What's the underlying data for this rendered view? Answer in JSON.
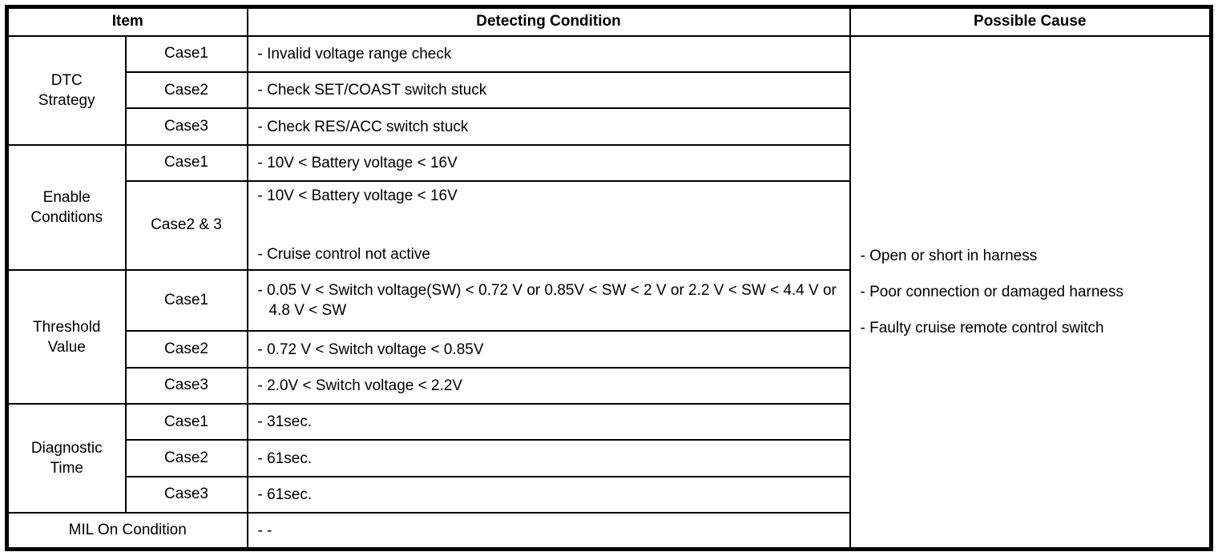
{
  "colors": {
    "border": "#000000",
    "background": "#ffffff",
    "text": "#000000"
  },
  "table": {
    "headers": {
      "item": "Item",
      "detecting_condition": "Detecting Condition",
      "possible_cause": "Possible Cause"
    },
    "item_groups": [
      {
        "label": "DTC\nStrategy"
      },
      {
        "label": "Enable\nConditions"
      },
      {
        "label": "Threshold\nValue"
      },
      {
        "label": "Diagnostic\nTime"
      }
    ],
    "rows": [
      {
        "case": "Case1",
        "condition": "- Invalid voltage range check"
      },
      {
        "case": "Case2",
        "condition": "- Check SET/COAST switch stuck"
      },
      {
        "case": "Case3",
        "condition": "- Check RES/ACC switch stuck"
      },
      {
        "case": "Case1",
        "condition": "- 10V < Battery voltage < 16V"
      },
      {
        "case": "Case2 & 3",
        "condition_lines": [
          "- 10V < Battery voltage < 16V",
          "- Cruise control not active"
        ]
      },
      {
        "case": "Case1",
        "condition": "- 0.05 V < Switch voltage(SW) < 0.72 V or 0.85V < SW < 2 V or 2.2 V < SW < 4.4 V or 4.8 V < SW"
      },
      {
        "case": "Case2",
        "condition": "- 0.72 V < Switch voltage < 0.85V"
      },
      {
        "case": "Case3",
        "condition": "- 2.0V < Switch voltage < 2.2V"
      },
      {
        "case": "Case1",
        "condition": "- 31sec."
      },
      {
        "case": "Case2",
        "condition": "- 61sec."
      },
      {
        "case": "Case3",
        "condition": "- 61sec."
      }
    ],
    "mil_row": {
      "label": "MIL On Condition",
      "value": "- -"
    },
    "possible_causes": [
      "- Open or short in harness",
      "- Poor connection or damaged harness",
      "- Faulty cruise remote control switch"
    ]
  }
}
